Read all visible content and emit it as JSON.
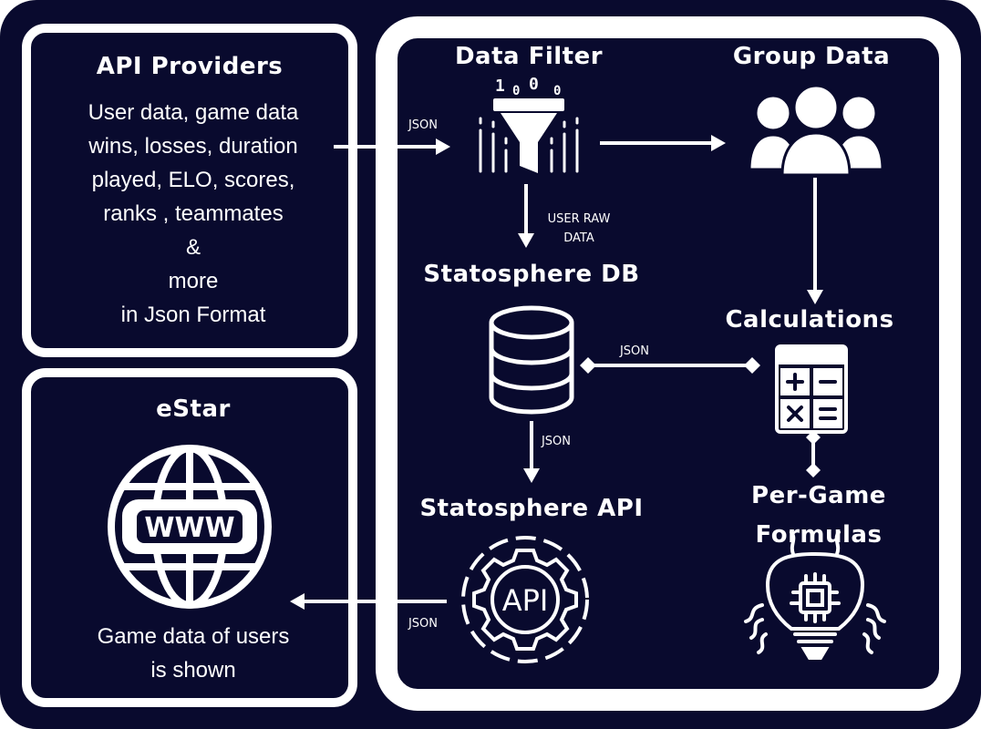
{
  "colors": {
    "background": "#090a2e",
    "foreground": "#ffffff"
  },
  "providers": {
    "title": "API Providers",
    "lines": [
      "User data, game data",
      "wins, losses, duration",
      "played, ELO, scores,",
      "ranks , teammates",
      "&",
      "more",
      "in Json Format"
    ]
  },
  "estar": {
    "title": "eStar",
    "web_text": "WWW",
    "lines": [
      "Game data of users",
      "is shown"
    ]
  },
  "nodes": {
    "data_filter": "Data Filter",
    "group_data": "Group Data",
    "db": "Statosphere DB",
    "calculations": "Calculations",
    "api": "Statosphere API",
    "api_text": "API",
    "formulas_line1": "Per-Game",
    "formulas_line2": "Formulas"
  },
  "edges": {
    "providers_to_filter": "JSON",
    "filter_to_db_1": "USER RAW",
    "filter_to_db_2": "DATA",
    "db_calc": "JSON",
    "db_to_api": "JSON",
    "api_to_estar": "JSON"
  }
}
